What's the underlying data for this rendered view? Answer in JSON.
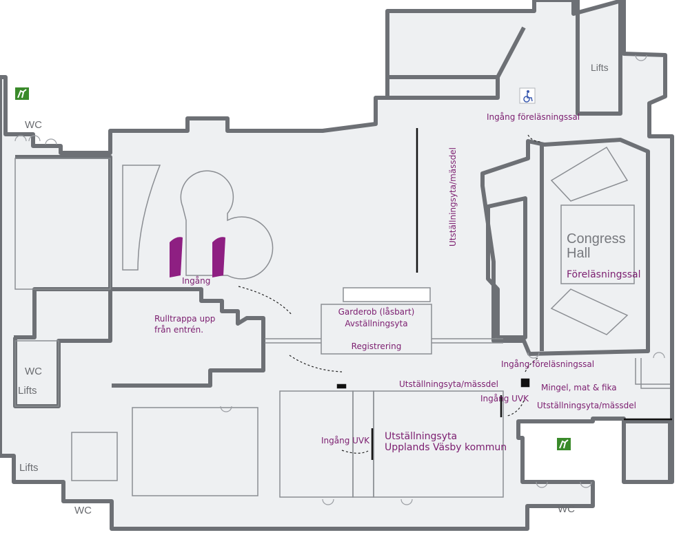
{
  "colors": {
    "wall": "#6d7075",
    "floor": "#eef0f2",
    "accent": "#8e1f82",
    "label": "#7b1d6f",
    "exit_sign": "#3a8a2a"
  },
  "icons": [
    "emergency-exit-icon",
    "wheelchair-icon",
    "vasby-banner-icon"
  ],
  "labels": {
    "wc_top_left": "WC",
    "wc_left_mid": "WC",
    "lifts_left_mid": "Lifts",
    "lifts_bottom_left": "Lifts",
    "wc_bottom_left": "WC",
    "wc_bottom_right": "WC",
    "lifts_top_right": "Lifts",
    "ingang_forelasningssal_top": "Ingång föreläsningssal",
    "ingang_forelasningssal_bottom": "Ingång föreläsningssal",
    "congress_hall_line1": "Congress",
    "congress_hall_line2": "Hall",
    "forelasningssal": "Föreläsningssal",
    "utstallningsyta_vertical": "Utställningsyta/mässdel",
    "ingang": "Ingång",
    "rulltrappa_line1": "Rulltrappa upp",
    "rulltrappa_line2": "från entrén.",
    "garderob": "Garderob (låsbart)",
    "avstallningsyta": "Avställningsyta",
    "registrering": "Registrering",
    "utstallningsyta_mid": "Utställningsyta/mässdel",
    "mingel": "Mingel, mat & fika",
    "ingang_uvk_right": "Ingång UVK",
    "utstallningsyta_right": "Utställningsyta/mässdel",
    "ingang_uvk_left": "Ingång UVK",
    "utstallningsyta_kommun_line1": "Utställningsyta",
    "utstallningsyta_kommun_line2": "Upplands Väsby kommun"
  }
}
